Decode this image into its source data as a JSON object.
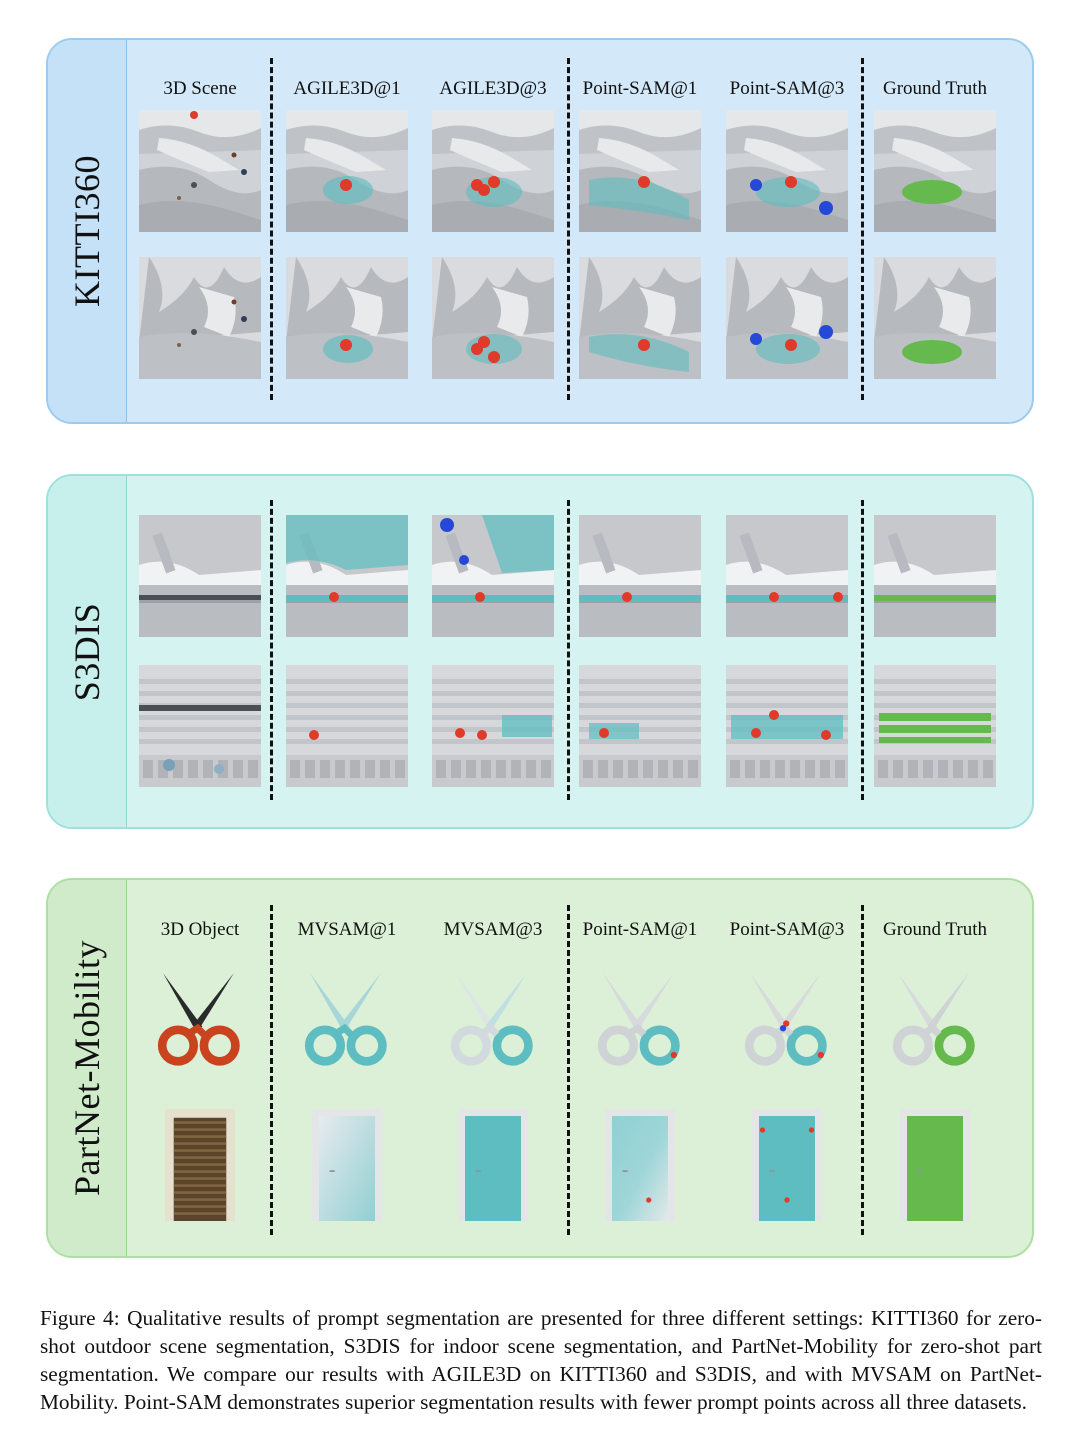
{
  "panels": [
    {
      "label": "KITTI360",
      "headers": [
        "3D Scene",
        "AGILE3D@1",
        "AGILE3D@3",
        "Point-SAM@1",
        "Point-SAM@3",
        "Ground Truth"
      ]
    },
    {
      "label": "S3DIS",
      "headers": []
    },
    {
      "label": "PartNet-Mobility",
      "headers": [
        "3D Object",
        "MVSAM@1",
        "MVSAM@3",
        "Point-SAM@1",
        "Point-SAM@3",
        "Ground Truth"
      ]
    }
  ],
  "colors": {
    "prompt_point_red": "#e03a2a",
    "prompt_point_blue": "#2648d6",
    "prediction_cyan": "#5dbdc0",
    "ground_truth_green": "#66b94c",
    "scissors_black": "#2a2a2a",
    "scissors_orange": "#c9441e",
    "door_wood": "#5a452c"
  },
  "caption": "Figure 4: Qualitative results of prompt segmentation are presented for three different settings: KITTI360 for zero-shot outdoor scene segmentation, S3DIS for indoor scene segmentation, and PartNet-Mobility for zero-shot part segmentation. We compare our results with AGILE3D on KITTI360 and S3DIS, and with MVSAM on PartNet-Mobility. Point-SAM demonstrates superior segmentation results with fewer prompt points across all three datasets."
}
